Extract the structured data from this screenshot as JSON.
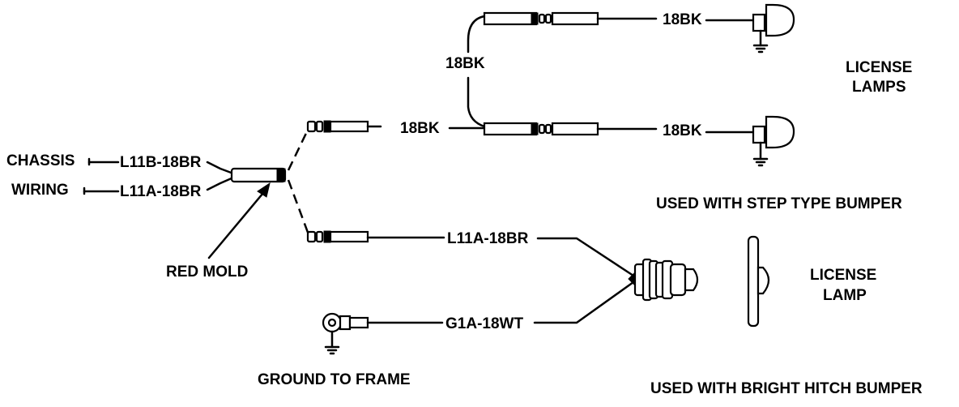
{
  "labels": {
    "chassis": "CHASSIS",
    "wiring": "WIRING",
    "l11b_18br": "L11B-18BR",
    "l11a_18br_left": "L11A-18BR",
    "red_mold": "RED MOLD",
    "w18bk_upper": "18BK",
    "w18bk_left": "18BK",
    "w18bk_top": "18BK",
    "w18bk_bottom": "18BK",
    "license_lamps_1": "LICENSE",
    "license_lamps_2": "LAMPS",
    "used_step": "USED WITH STEP TYPE BUMPER",
    "l11a_18br_right": "L11A-18BR",
    "g1a_18wt": "G1A-18WT",
    "license_lamp_1": "LICENSE",
    "license_lamp_2": "LAMP",
    "ground_to_frame": "GROUND TO FRAME",
    "used_hitch": "USED WITH BRIGHT HITCH BUMPER"
  }
}
